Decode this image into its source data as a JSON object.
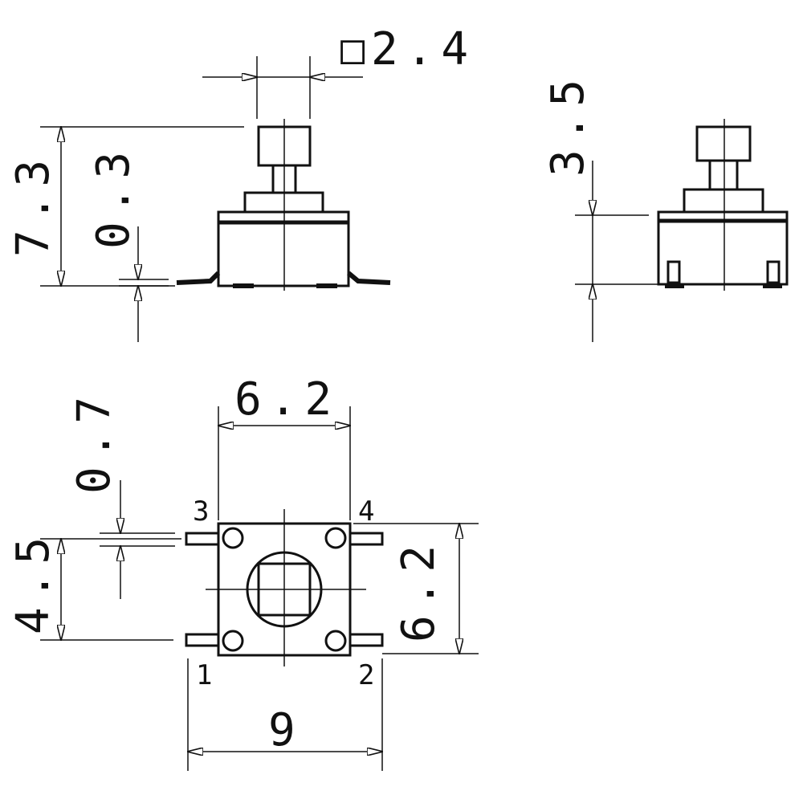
{
  "drawing": {
    "top_label_prefix": "□",
    "dim_stem_width": "2.4",
    "dim_total_height": "7.3",
    "dim_lead_thickness": "0.3",
    "dim_body_height": "3.5",
    "dim_body_width_top": "6.2",
    "dim_pin_width": "0.7",
    "dim_pin_pitch": "4.5",
    "dim_body_width_side": "6.2",
    "dim_overall_width": "9",
    "pin_labels": [
      "3",
      "4",
      "1",
      "2"
    ]
  },
  "colors": {
    "ink": "#111111",
    "paper": "#ffffff"
  }
}
